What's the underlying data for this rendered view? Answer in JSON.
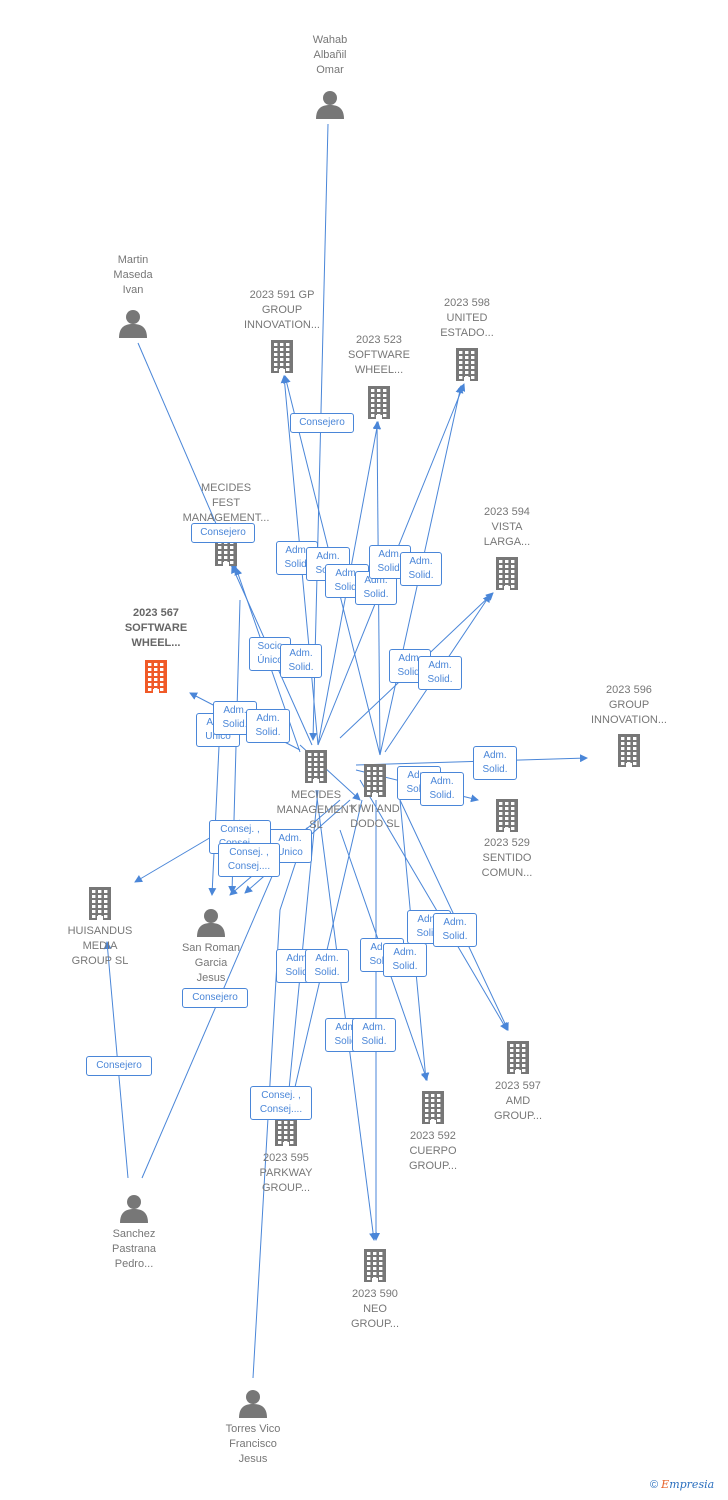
{
  "colors": {
    "edge": "#4a86d8",
    "node_gray": "#777777",
    "node_highlight": "#f05a28"
  },
  "nodes": [
    {
      "id": "wahab",
      "kind": "person",
      "lines": [
        "Wahab",
        "Albañil",
        "Omar"
      ]
    },
    {
      "id": "martin",
      "kind": "person",
      "lines": [
        "Martin",
        "Maseda",
        "Ivan"
      ]
    },
    {
      "id": "gp591",
      "kind": "company",
      "lines": [
        "2023 591 GP",
        "GROUP",
        "INNOVATION..."
      ]
    },
    {
      "id": "sw523",
      "kind": "company",
      "lines": [
        "2023 523",
        "SOFTWARE",
        "WHEEL..."
      ]
    },
    {
      "id": "un598",
      "kind": "company",
      "lines": [
        "2023 598",
        "UNITED",
        "ESTADO..."
      ]
    },
    {
      "id": "mecfest",
      "kind": "company",
      "lines": [
        "MECIDES",
        "FEST",
        "MANAGEMENT..."
      ]
    },
    {
      "id": "vl594",
      "kind": "company",
      "lines": [
        "2023 594",
        "VISTA",
        "LARGA..."
      ]
    },
    {
      "id": "sw567",
      "kind": "company-highlight",
      "lines": [
        "2023 567",
        "SOFTWARE",
        "WHEEL..."
      ]
    },
    {
      "id": "gi596",
      "kind": "company",
      "lines": [
        "2023 596",
        "GROUP",
        "INNOVATION..."
      ]
    },
    {
      "id": "mecman",
      "kind": "company",
      "lines": [
        "MECIDES",
        "MANAGEMENT",
        "SL"
      ]
    },
    {
      "id": "kiwi",
      "kind": "company",
      "lines": [
        "KIWI AND",
        "DODO SL"
      ]
    },
    {
      "id": "sc529",
      "kind": "company",
      "lines": [
        "2023 529",
        "SENTIDO",
        "COMUN..."
      ]
    },
    {
      "id": "huis",
      "kind": "company",
      "lines": [
        "HUISANDUS",
        "MEDIA",
        "GROUP SL"
      ]
    },
    {
      "id": "sanroman",
      "kind": "person",
      "lines": [
        "San Roman",
        "Garcia",
        "Jesus"
      ]
    },
    {
      "id": "amd597",
      "kind": "company",
      "lines": [
        "2023 597",
        "AMD",
        "GROUP..."
      ]
    },
    {
      "id": "cp592",
      "kind": "company",
      "lines": [
        "2023 592",
        "CUERPO",
        "GROUP..."
      ]
    },
    {
      "id": "pk595",
      "kind": "company",
      "lines": [
        "2023 595",
        "PARKWAY",
        "GROUP..."
      ]
    },
    {
      "id": "sanchez",
      "kind": "person",
      "lines": [
        "Sanchez",
        "Pastrana",
        "Pedro..."
      ]
    },
    {
      "id": "neo590",
      "kind": "company",
      "lines": [
        "2023 590",
        "NEO",
        "GROUP..."
      ]
    },
    {
      "id": "torres",
      "kind": "person",
      "lines": [
        "Torres Vico",
        "Francisco",
        "Jesus"
      ]
    }
  ],
  "edge_labels": [
    {
      "id": "l1",
      "lines": [
        "Consejero"
      ]
    },
    {
      "id": "l2",
      "lines": [
        "Consejero"
      ]
    },
    {
      "id": "l3",
      "lines": [
        "Adm.",
        "Solid."
      ]
    },
    {
      "id": "l4",
      "lines": [
        "Adm.",
        "Solid."
      ]
    },
    {
      "id": "l5",
      "lines": [
        "Adm.",
        "Solid."
      ]
    },
    {
      "id": "l6",
      "lines": [
        "Adm.",
        "Solid."
      ]
    },
    {
      "id": "l7",
      "lines": [
        "Adm.",
        "Solid."
      ]
    },
    {
      "id": "l8",
      "lines": [
        "Adm.",
        "Solid."
      ]
    },
    {
      "id": "l9",
      "lines": [
        "Socio",
        "Único"
      ]
    },
    {
      "id": "l10",
      "lines": [
        "Adm.",
        "Solid."
      ]
    },
    {
      "id": "l11",
      "lines": [
        "Adm.",
        "Solid."
      ]
    },
    {
      "id": "l12",
      "lines": [
        "Adm.",
        "Solid."
      ]
    },
    {
      "id": "l13",
      "lines": [
        "Adm.",
        "Unico"
      ]
    },
    {
      "id": "l14",
      "lines": [
        "Adm.",
        "Solid."
      ]
    },
    {
      "id": "l15",
      "lines": [
        "Adm.",
        "Solid."
      ]
    },
    {
      "id": "l16",
      "lines": [
        "Adm.",
        "Solid."
      ]
    },
    {
      "id": "l17",
      "lines": [
        "Adm.",
        "Solid."
      ]
    },
    {
      "id": "l18",
      "lines": [
        "Adm.",
        "Solid."
      ]
    },
    {
      "id": "l19",
      "lines": [
        "Adm.",
        "Unico"
      ]
    },
    {
      "id": "l20",
      "lines": [
        "Consej. ,",
        "Consej...."
      ]
    },
    {
      "id": "l21",
      "lines": [
        "Consej. ,",
        "Consej...."
      ]
    },
    {
      "id": "l22",
      "lines": [
        "Adm.",
        "Solid."
      ]
    },
    {
      "id": "l23",
      "lines": [
        "Adm.",
        "Solid."
      ]
    },
    {
      "id": "l24",
      "lines": [
        "Consejero"
      ]
    },
    {
      "id": "l25",
      "lines": [
        "Adm.",
        "Solid."
      ]
    },
    {
      "id": "l26",
      "lines": [
        "Adm.",
        "Solid."
      ]
    },
    {
      "id": "l27",
      "lines": [
        "Adm.",
        "Solid."
      ]
    },
    {
      "id": "l28",
      "lines": [
        "Adm.",
        "Solid."
      ]
    },
    {
      "id": "l29",
      "lines": [
        "Adm.",
        "Solid."
      ]
    },
    {
      "id": "l30",
      "lines": [
        "Adm.",
        "Solid."
      ]
    },
    {
      "id": "l31",
      "lines": [
        "Consejero"
      ]
    },
    {
      "id": "l32",
      "lines": [
        "Consej. ,",
        "Consej...."
      ]
    }
  ],
  "footer": {
    "copyright": "©",
    "brand_first": "E",
    "brand_rest": "mpresia"
  }
}
